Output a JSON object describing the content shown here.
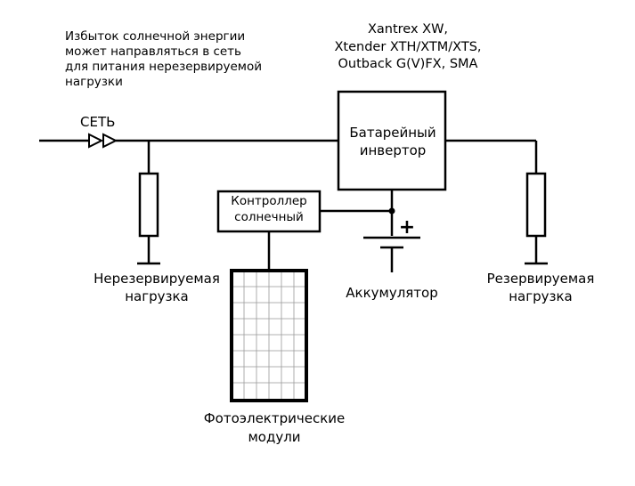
{
  "note": {
    "lines": [
      "Избыток солнечной энергии",
      "может направляться в сеть",
      "для питания нерезервируемой",
      "нагрузки"
    ]
  },
  "models": {
    "lines": [
      "Xantrex XW,",
      "Xtender XTH/XTM/XTS,",
      "Outback G(V)FX, SMA"
    ]
  },
  "grid": {
    "label": "СЕТЬ"
  },
  "inverter": {
    "lines": [
      "Батарейный",
      "инвертор"
    ]
  },
  "controller": {
    "lines": [
      "Контроллер",
      "солнечный"
    ]
  },
  "non_reserved_load": {
    "lines": [
      "Нерезервируемая",
      "нагрузка"
    ]
  },
  "battery": {
    "label": "Аккумулятор",
    "plus": "+"
  },
  "reserved_load": {
    "lines": [
      "Резервируемая",
      "нагрузка"
    ]
  },
  "pv_modules": {
    "lines": [
      "Фотоэлектрические",
      "модули"
    ]
  }
}
